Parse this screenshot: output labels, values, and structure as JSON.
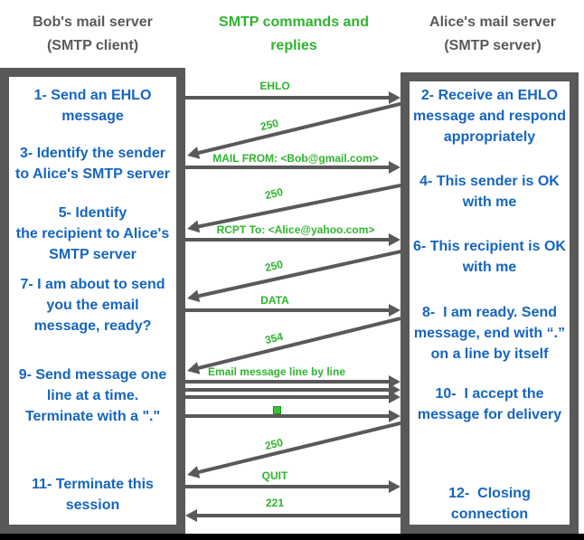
{
  "palette": {
    "border_gray": "#595959",
    "arrow_gray": "#595959",
    "command_green": "#2db52d",
    "step_blue": "#1565c0",
    "background": "#ffffff",
    "bottom_bar": "#000000"
  },
  "headers": {
    "client": "Bob's mail server\n(SMTP client)",
    "center": "SMTP commands and\nreplies",
    "server": "Alice's mail server\n(SMTP server)"
  },
  "client_steps": [
    "1- Send an EHLO\nmessage",
    "3- Identify the sender\nto Alice's SMTP server",
    "5- Identify\nthe recipient to Alice's\nSMTP server",
    "7- I am about to send\nyou the email\nmessage, ready?",
    "9- Send message one\nline at a time.\nTerminate with a \".\"",
    "11- Terminate this\nsession"
  ],
  "server_steps": [
    "2- Receive an EHLO\nmessage and respond\nappropriately",
    "4- This sender is OK\nwith me",
    "6- This recipient is OK\nwith me",
    "8-  I am ready. Send\nmessage, end with “.”\non a line by itself",
    "10-  I accept the\nmessage for delivery",
    "12-  Closing\nconnection"
  ],
  "arrows": [
    {
      "label": "EHLO",
      "direction": "client-to-server"
    },
    {
      "label": "250",
      "direction": "server-to-client"
    },
    {
      "label": "MAIL FROM: <Bob@gmail.com>",
      "direction": "client-to-server"
    },
    {
      "label": "250",
      "direction": "server-to-client"
    },
    {
      "label": "RCPT To: <Alice@yahoo.com>",
      "direction": "client-to-server"
    },
    {
      "label": "250",
      "direction": "server-to-client"
    },
    {
      "label": "DATA",
      "direction": "client-to-server"
    },
    {
      "label": "354",
      "direction": "server-to-client"
    },
    {
      "label": "Email message line by line",
      "direction": "client-to-server"
    },
    {
      "label": "",
      "direction": "client-to-server"
    },
    {
      "label": "",
      "direction": "client-to-server"
    },
    {
      "label": "▪",
      "direction": "client-to-server"
    },
    {
      "label": "250",
      "direction": "server-to-client"
    },
    {
      "label": "QUIT",
      "direction": "client-to-server"
    },
    {
      "label": "221",
      "direction": "server-to-client"
    }
  ]
}
